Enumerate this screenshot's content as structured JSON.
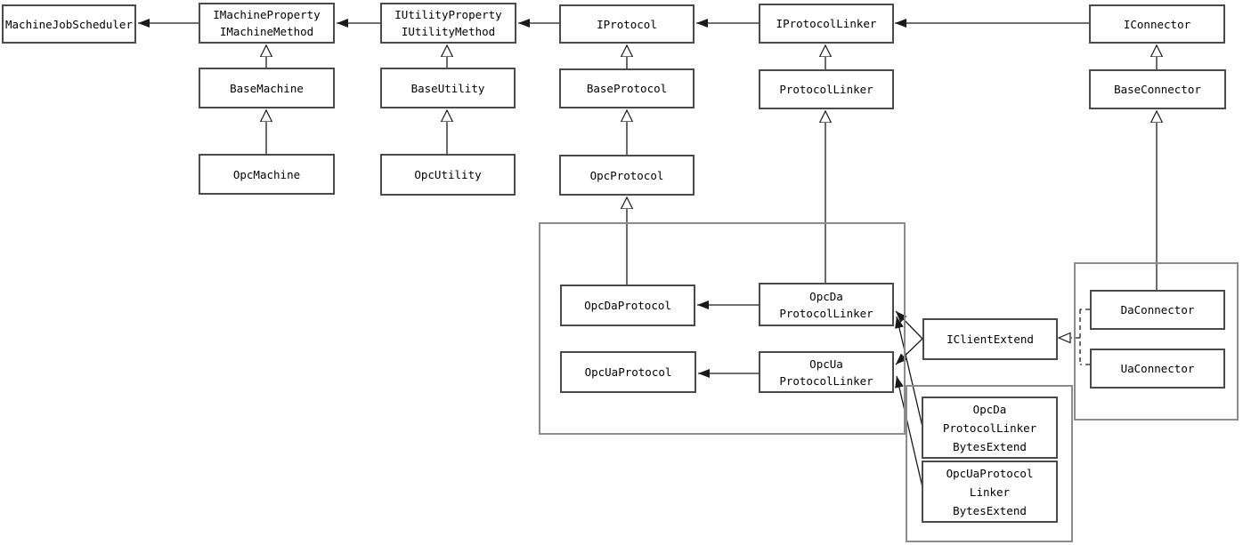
{
  "diagram": {
    "type": "uml-class-diagram",
    "background_color": "#ffffff",
    "line_color": "#1a1a1a",
    "box_border_color": "#4a4a4a",
    "group_border_color": "#8c8c8c",
    "nodes": {
      "machine_job_scheduler": {
        "lines": [
          "MachineJobScheduler"
        ]
      },
      "i_machine": {
        "lines": [
          "IMachineProperty",
          "IMachineMethod"
        ]
      },
      "i_utility": {
        "lines": [
          "IUtilityProperty",
          "IUtilityMethod"
        ]
      },
      "i_protocol": {
        "lines": [
          "IProtocol"
        ]
      },
      "i_protocol_linker": {
        "lines": [
          "IProtocolLinker"
        ]
      },
      "i_connector": {
        "lines": [
          "IConnector"
        ]
      },
      "base_machine": {
        "lines": [
          "BaseMachine"
        ]
      },
      "base_utility": {
        "lines": [
          "BaseUtility"
        ]
      },
      "base_protocol": {
        "lines": [
          "BaseProtocol"
        ]
      },
      "protocol_linker": {
        "lines": [
          "ProtocolLinker"
        ]
      },
      "base_connector": {
        "lines": [
          "BaseConnector"
        ]
      },
      "opc_machine": {
        "lines": [
          "OpcMachine"
        ]
      },
      "opc_utility": {
        "lines": [
          "OpcUtility"
        ]
      },
      "opc_protocol": {
        "lines": [
          "OpcProtocol"
        ]
      },
      "opc_da_protocol": {
        "lines": [
          "OpcDaProtocol"
        ]
      },
      "opc_ua_protocol": {
        "lines": [
          "OpcUaProtocol"
        ]
      },
      "opc_da_protocol_linker": {
        "lines": [
          "OpcDa",
          "ProtocolLinker"
        ]
      },
      "opc_ua_protocol_linker": {
        "lines": [
          "OpcUa",
          "ProtocolLinker"
        ]
      },
      "i_client_extend": {
        "lines": [
          "IClientExtend"
        ]
      },
      "da_connector": {
        "lines": [
          "DaConnector"
        ]
      },
      "ua_connector": {
        "lines": [
          "UaConnector"
        ]
      },
      "opc_da_protocol_linker_bytes_extend": {
        "lines": [
          "OpcDa",
          "ProtocolLinker",
          "BytesExtend"
        ]
      },
      "opc_ua_protocol_linker_bytes_extend": {
        "lines": [
          "OpcUaProtocol",
          "Linker",
          "BytesExtend"
        ]
      }
    },
    "relationships": [
      {
        "from": "i_machine",
        "to": "machine_job_scheduler",
        "type": "association-arrow"
      },
      {
        "from": "i_utility",
        "to": "i_machine",
        "type": "association-arrow"
      },
      {
        "from": "i_protocol",
        "to": "i_utility",
        "type": "association-arrow"
      },
      {
        "from": "i_protocol_linker",
        "to": "i_protocol",
        "type": "association-arrow"
      },
      {
        "from": "i_connector",
        "to": "i_protocol_linker",
        "type": "association-arrow"
      },
      {
        "from": "base_machine",
        "to": "i_machine",
        "type": "generalization"
      },
      {
        "from": "base_utility",
        "to": "i_utility",
        "type": "generalization"
      },
      {
        "from": "base_protocol",
        "to": "i_protocol",
        "type": "generalization"
      },
      {
        "from": "protocol_linker",
        "to": "i_protocol_linker",
        "type": "generalization"
      },
      {
        "from": "base_connector",
        "to": "i_connector",
        "type": "generalization"
      },
      {
        "from": "opc_machine",
        "to": "base_machine",
        "type": "generalization"
      },
      {
        "from": "opc_utility",
        "to": "base_utility",
        "type": "generalization"
      },
      {
        "from": "opc_protocol",
        "to": "base_protocol",
        "type": "generalization"
      },
      {
        "from": "opc_da_protocol",
        "to": "opc_protocol",
        "type": "generalization"
      },
      {
        "from": "opc_da_protocol_linker",
        "to": "protocol_linker",
        "type": "generalization"
      },
      {
        "from": "da_connector",
        "to": "base_connector",
        "type": "generalization"
      },
      {
        "from": "opc_da_protocol_linker",
        "to": "opc_da_protocol",
        "type": "association-arrow"
      },
      {
        "from": "opc_ua_protocol_linker",
        "to": "opc_ua_protocol",
        "type": "association-arrow"
      },
      {
        "from": "i_client_extend",
        "to": "opc_da_protocol_linker",
        "type": "association-arrow"
      },
      {
        "from": "i_client_extend",
        "to": "opc_ua_protocol_linker",
        "type": "association-arrow"
      },
      {
        "from": "opc_da_protocol_linker_bytes_extend",
        "to": "opc_da_protocol_linker",
        "type": "association-arrow"
      },
      {
        "from": "opc_ua_protocol_linker_bytes_extend",
        "to": "opc_ua_protocol_linker",
        "type": "association-arrow"
      },
      {
        "from": "da_connector",
        "to": "i_client_extend",
        "type": "realization-dashed"
      },
      {
        "from": "ua_connector",
        "to": "i_client_extend",
        "type": "realization-dashed"
      }
    ]
  }
}
